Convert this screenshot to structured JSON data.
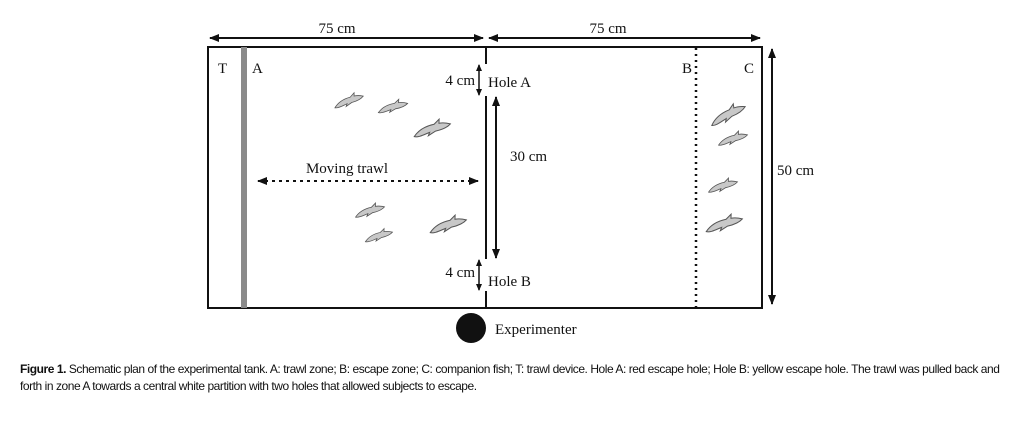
{
  "diagram": {
    "dimensions": {
      "left_width": "75 cm",
      "right_width": "75 cm",
      "height": "50 cm",
      "partition_span": "30 cm",
      "hole_a_size": "4 cm",
      "hole_b_size": "4 cm"
    },
    "zones": {
      "t": "T",
      "a": "A",
      "b": "B",
      "c": "C"
    },
    "hole_a": "Hole A",
    "hole_b": "Hole B",
    "moving_trawl": "Moving trawl",
    "experimenter": "Experimenter",
    "colors": {
      "fish_fill": "#c8c8c8",
      "trawl_bar": "#8a8a8a",
      "line": "#111111"
    }
  },
  "caption": {
    "label": "Figure 1.",
    "text": "Schematic plan of the experimental tank. A: trawl zone; B: escape zone; C: companion fish; T: trawl device. Hole A: red escape hole; Hole B: yellow escape hole. The trawl was pulled back and forth in zone A towards a central white partition with two holes that allowed subjects to escape."
  }
}
